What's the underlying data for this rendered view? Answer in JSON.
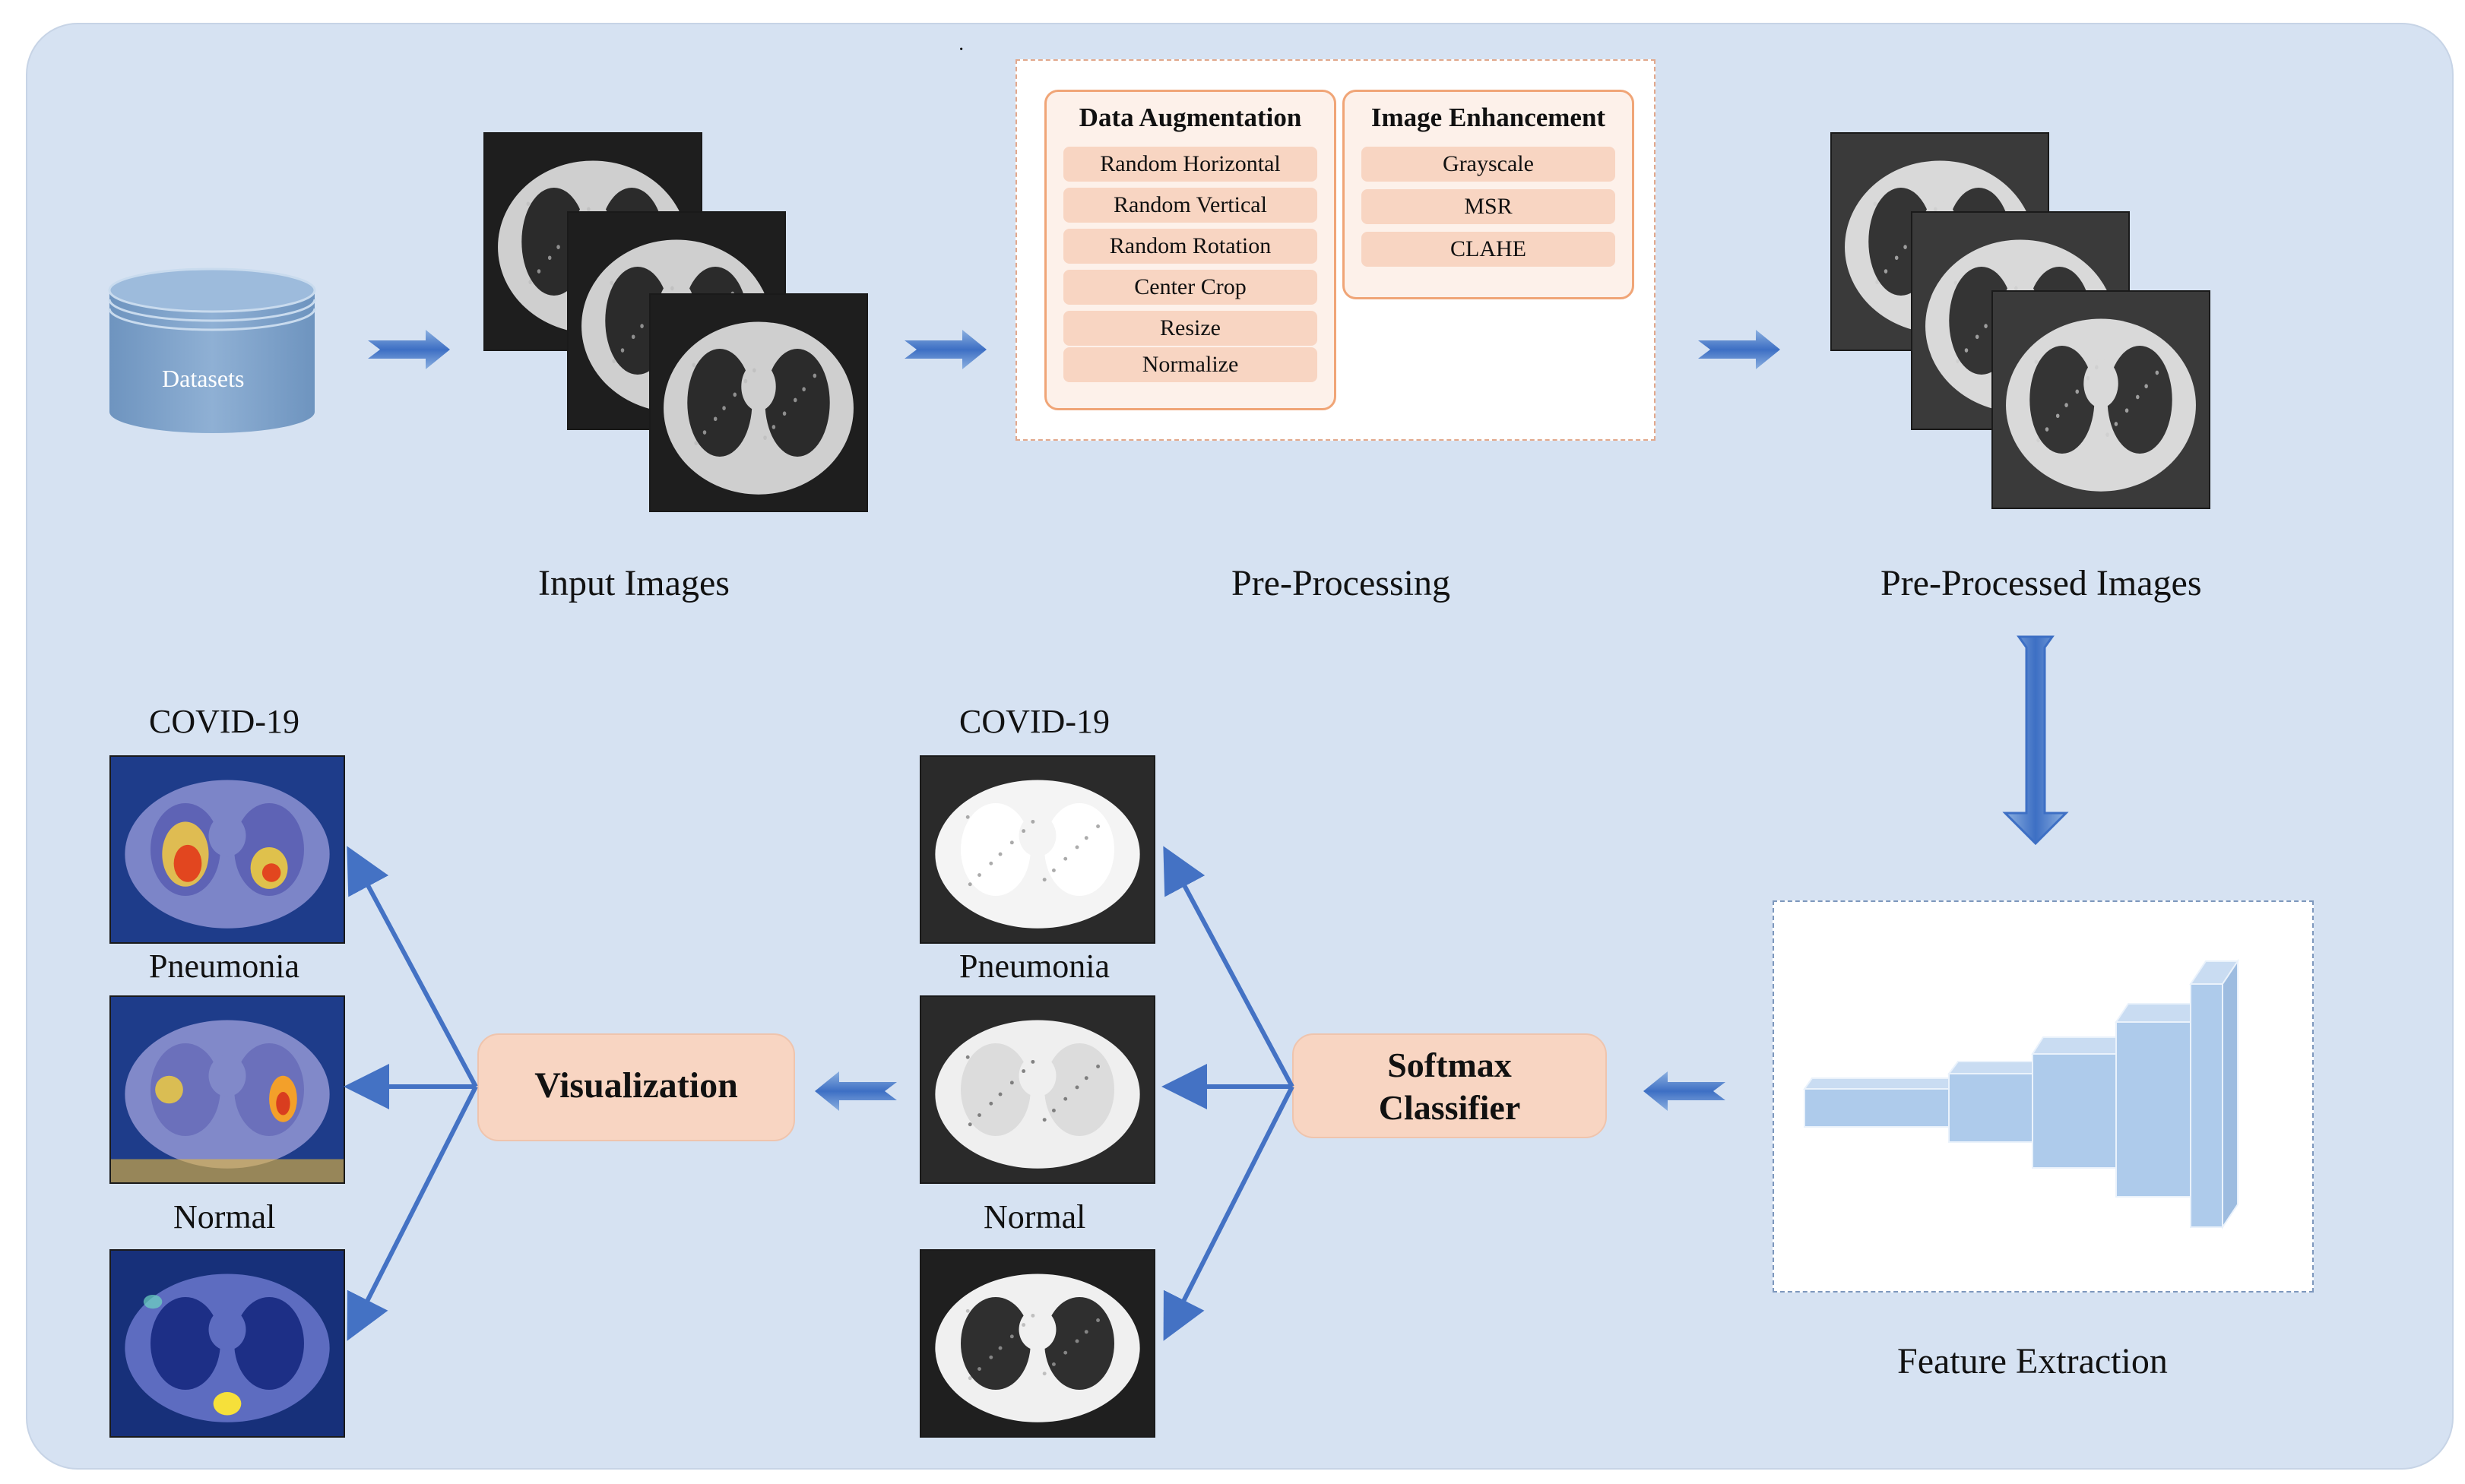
{
  "title_dot": "·",
  "pipeline_top": {
    "datasets_label": "Datasets",
    "input_images_label": "Input Images",
    "preprocessing_label": "Pre-Processing",
    "preprocessed_images_label": "Pre-Processed Images"
  },
  "preprocessing": {
    "data_augmentation": {
      "title": "Data Augmentation",
      "items": [
        "Random Horizontal",
        "Random Vertical",
        "Random Rotation",
        "Center Crop",
        "Resize",
        "Normalize"
      ]
    },
    "image_enhancement": {
      "title": "Image Enhancement",
      "items": [
        "Grayscale",
        "MSR",
        "CLAHE"
      ]
    }
  },
  "feature_extraction_label": "Feature Extraction",
  "classifier": {
    "line1": "Softmax",
    "line2": "Classifier"
  },
  "visualization_label": "Visualization",
  "classes": [
    "COVID-19",
    "Pneumonia",
    "Normal"
  ],
  "colors": {
    "panel": "#d6e2f2",
    "arrow_blue": "#4472c4",
    "peach": "#f8d5c2",
    "orange_border": "#f0a577",
    "cylinder": "#7fa3c9"
  }
}
